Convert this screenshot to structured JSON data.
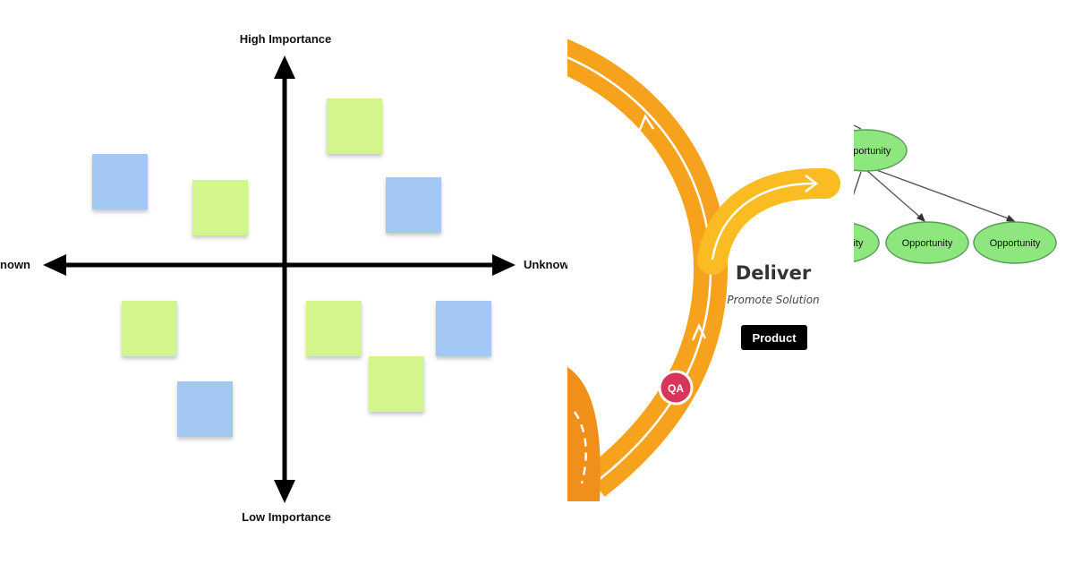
{
  "matrix": {
    "top_label": "High Importance",
    "bottom_label": "Low Importance",
    "left_label": "Known",
    "right_label": "Unknown",
    "notes": [
      {
        "color": "green",
        "quadrant": "top-right"
      },
      {
        "color": "blue",
        "quadrant": "top-left"
      },
      {
        "color": "green",
        "quadrant": "top-left"
      },
      {
        "color": "blue",
        "quadrant": "top-right"
      },
      {
        "color": "green",
        "quadrant": "bottom-left"
      },
      {
        "color": "green",
        "quadrant": "bottom-right"
      },
      {
        "color": "blue",
        "quadrant": "bottom-right"
      },
      {
        "color": "green",
        "quadrant": "bottom-right"
      },
      {
        "color": "blue",
        "quadrant": "bottom-left"
      }
    ],
    "colors": {
      "green": "#d2f58c",
      "blue": "#a3c8f2",
      "axis": "#000000"
    }
  },
  "flow": {
    "stage_title": "Deliver",
    "stage_subtitle": "Promote Solution",
    "tag": "Product",
    "marker": "QA",
    "colors": {
      "track": "#f6a21d",
      "track_light": "#fbbb22",
      "marker": "#d7355b",
      "tag_bg": "#000000"
    }
  },
  "tree": {
    "root": "Opportunity",
    "children": [
      "Opportunity",
      "Opportunity",
      "Opportunity"
    ],
    "colors": {
      "node_fill": "#8ee67f",
      "node_stroke": "#5a9c56",
      "edge": "#555555"
    }
  }
}
